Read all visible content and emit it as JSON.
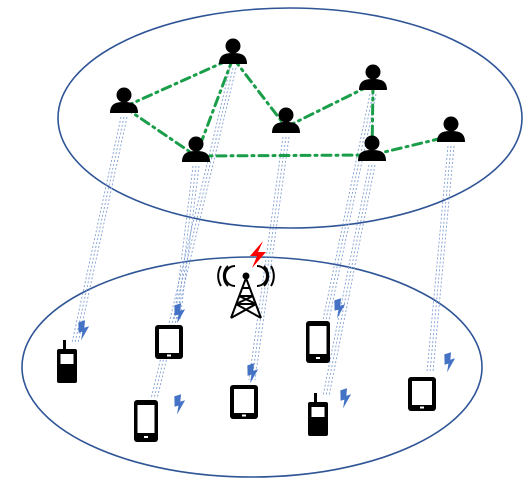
{
  "title": "",
  "colors": {
    "plane_fill": "#ffffff",
    "plane_stroke": "#2f5597",
    "social_link": "#1a9e4a",
    "mapping_line": "#7f9fd3",
    "device": "#000000",
    "signal": "#4472c4",
    "tower_bolt": "#ff0000"
  },
  "layers": [
    {
      "name": "social-layer",
      "shape": "ellipse"
    },
    {
      "name": "physical-layer",
      "shape": "ellipse"
    }
  ],
  "users": [
    {
      "id": "u1",
      "icon": "person-icon"
    },
    {
      "id": "u2",
      "icon": "person-icon"
    },
    {
      "id": "u3",
      "icon": "person-icon"
    },
    {
      "id": "u4",
      "icon": "person-icon"
    },
    {
      "id": "u5",
      "icon": "person-icon"
    },
    {
      "id": "u6",
      "icon": "person-icon"
    },
    {
      "id": "u7",
      "icon": "person-icon"
    },
    {
      "id": "u8",
      "icon": "person-icon"
    }
  ],
  "social_links": [
    [
      "u1",
      "u2"
    ],
    [
      "u1",
      "u4"
    ],
    [
      "u2",
      "u4"
    ],
    [
      "u2",
      "u5"
    ],
    [
      "u5",
      "u6"
    ],
    [
      "u4",
      "u7"
    ],
    [
      "u6",
      "u7"
    ],
    [
      "u7",
      "u8"
    ]
  ],
  "devices": [
    {
      "id": "d1",
      "type": "feature-phone",
      "owner": "u1"
    },
    {
      "id": "d2",
      "type": "smartphone",
      "owner": "u4"
    },
    {
      "id": "d3",
      "type": "tablet",
      "owner": "u2"
    },
    {
      "id": "d4",
      "type": "tablet",
      "owner": "u5"
    },
    {
      "id": "d5",
      "type": "smartphone",
      "owner": "u3"
    },
    {
      "id": "d6",
      "type": "feature-phone",
      "owner": "u6"
    },
    {
      "id": "d7",
      "type": "smartphone",
      "owner": "u7"
    },
    {
      "id": "d8",
      "type": "tablet",
      "owner": "u8"
    }
  ],
  "base_station": {
    "icon": "cell-tower-icon"
  }
}
